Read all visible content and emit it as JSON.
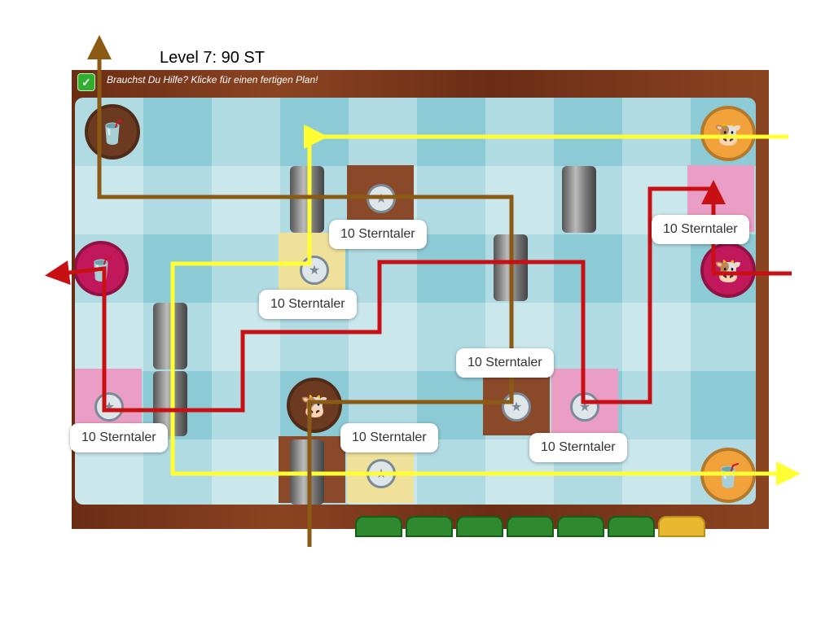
{
  "level_title": "Level 7: 90 ST",
  "help": {
    "checked": true,
    "checkmark": "✓",
    "text": "Brauchst Du Hilfe? Klicke für einen fertigen Plan!"
  },
  "reward_labels": [
    "10 Sterntaler",
    "10 Sterntaler",
    "10 Sterntaler",
    "10 Sterntaler",
    "10 Sterntaler",
    "10 Sterntaler",
    "10 Sterntaler"
  ],
  "icons": {
    "cow": "cow-icon",
    "milkshake": "milkshake-icon",
    "star": "star-icon",
    "check": "checkmark-icon"
  },
  "colors": {
    "arrow_yellow": "#ffff33",
    "arrow_brown": "#8b5a14",
    "arrow_red": "#c80f14",
    "grid_base": "#8ccad6",
    "frame": "#7a3a1a",
    "tile_pink": "#ea9ec5",
    "tile_brown": "#8a4a2a",
    "tile_yellow": "#efe09a"
  }
}
